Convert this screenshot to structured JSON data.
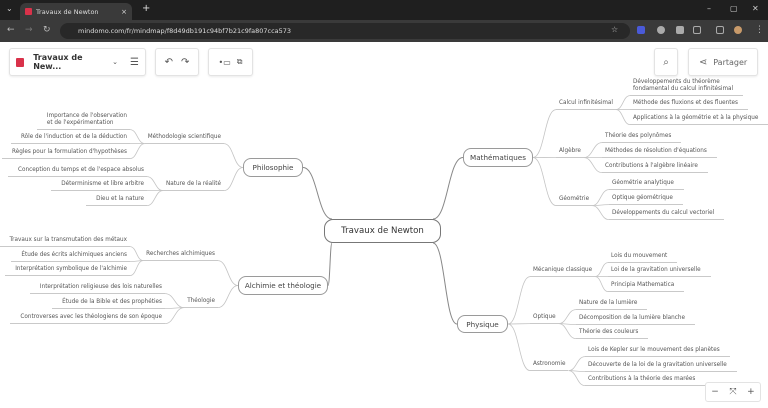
{
  "browser": {
    "tab_title": "Travaux de Newton",
    "url": "mindomo.com/fr/mindmap/f8d49db191c94bf7b21c9fa807cca573"
  },
  "toolbar": {
    "doc_title": "Travaux de New...",
    "share_label": "Partager"
  },
  "colors": {
    "brand": "#d9324a"
  },
  "map": {
    "center": "Travaux de Newton",
    "branches": [
      {
        "label": "Mathématiques",
        "subs": [
          {
            "label": "Calcul infinitésimal",
            "leaves": [
              "Développements du théorème\nfondamental du calcul infinitésimal",
              "Méthode des fluxions et des fluentes",
              "Applications à la géométrie et à la physique"
            ]
          },
          {
            "label": "Algèbre",
            "leaves": [
              "Théorie des polynômes",
              "Méthodes de résolution d'équations",
              "Contributions à l'algèbre linéaire"
            ]
          },
          {
            "label": "Géométrie",
            "leaves": [
              "Géométrie analytique",
              "Optique géométrique",
              "Développements du calcul vectoriel"
            ]
          }
        ]
      },
      {
        "label": "Physique",
        "subs": [
          {
            "label": "Mécanique classique",
            "leaves": [
              "Lois du mouvement",
              "Loi de la gravitation universelle",
              "Principia Mathematica"
            ]
          },
          {
            "label": "Optique",
            "leaves": [
              "Nature de la lumière",
              "Décomposition de la lumière blanche",
              "Théorie des couleurs"
            ]
          },
          {
            "label": "Astronomie",
            "leaves": [
              "Lois de Kepler sur le mouvement des planètes",
              "Découverte de la loi de la gravitation universelle",
              "Contributions à la théorie des marées"
            ]
          }
        ]
      },
      {
        "label": "Philosophie",
        "subs": [
          {
            "label": "Méthodologie scientifique",
            "leaves": [
              "Importance de l'observation\net de l'expérimentation",
              "Rôle de l'induction et de la déduction",
              "Règles pour la formulation d'hypothèses"
            ]
          },
          {
            "label": "Nature de la réalité",
            "leaves": [
              "Conception du temps et de l'espace absolus",
              "Déterminisme et libre arbitre",
              "Dieu et la nature"
            ]
          }
        ]
      },
      {
        "label": "Alchimie et théologie",
        "subs": [
          {
            "label": "Recherches alchimiques",
            "leaves": [
              "Travaux sur la transmutation des métaux",
              "Étude des écrits alchimiques anciens",
              "Interprétation symbolique de l'alchimie"
            ]
          },
          {
            "label": "Théologie",
            "leaves": [
              "Interprétation religieuse des lois naturelles",
              "Étude de la Bible et des prophéties",
              "Controverses avec les théologiens de son époque"
            ]
          }
        ]
      }
    ]
  },
  "zoom_controls": {
    "minus": "−",
    "fit": "⤧",
    "plus": "+"
  }
}
